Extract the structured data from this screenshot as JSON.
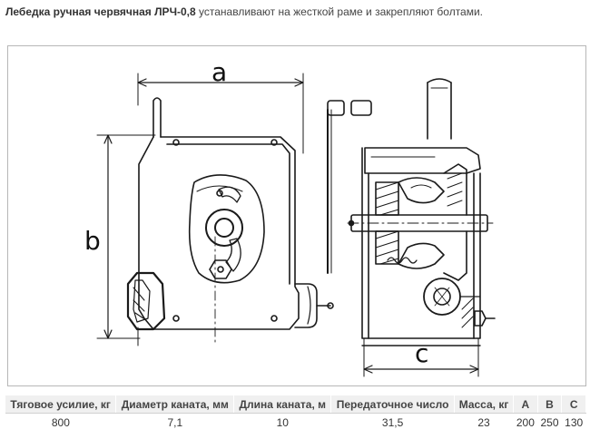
{
  "intro": {
    "product_name": "Лебедка ручная червячная ЛРЧ-0,8",
    "description": "устанавливают на жесткой раме и закрепляют болтами."
  },
  "drawing": {
    "dim_a": "a",
    "dim_b": "b",
    "dim_c": "c"
  },
  "specs": {
    "headers": [
      "Тяговое усилие, кг",
      "Диаметр каната, мм",
      "Длина каната, м",
      "Передаточное число",
      "Масса, кг",
      "A",
      "B",
      "C"
    ],
    "values": [
      "800",
      "7,1",
      "10",
      "31,5",
      "23",
      "200",
      "250",
      "130"
    ]
  }
}
